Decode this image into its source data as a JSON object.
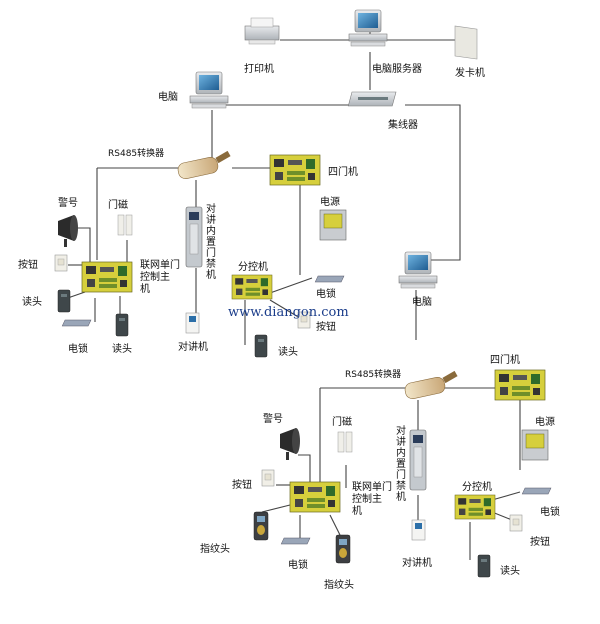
{
  "labels": {
    "printer": "打印机",
    "computer_server": "电脑服务器",
    "card_issuer": "发卡机",
    "computer_top": "电脑",
    "hub": "集线器",
    "rs485_top": "RS485转换器",
    "four_door_top": "四门机",
    "alarm_top": "警号",
    "door_magnet_top": "门磁",
    "intercom_panel_top": "对讲内置门禁机",
    "power_top": "电源",
    "button_top": "按钮",
    "networked_controller_top": "联网单门控制主机",
    "sub_controller_top": "分控机",
    "lock_mid_right": "电锁",
    "reader_left": "读头",
    "button_mid_right": "按钮",
    "lock_left": "电锁",
    "reader_left2": "读头",
    "intercom_top": "对讲机",
    "reader_mid_right": "读头",
    "computer_right": "电脑",
    "rs485_bottom": "RS485转换器",
    "four_door_bottom": "四门机",
    "alarm_bottom": "警号",
    "door_magnet_bottom": "门磁",
    "intercom_panel_bottom": "对讲内置门禁机",
    "power_bottom": "电源",
    "button_bottom": "按钮",
    "networked_controller_bottom": "联网单门控制主机",
    "sub_controller_bottom": "分控机",
    "lock_bottom_right": "电锁",
    "fingerprint_left": "指纹头",
    "button_bottom_right": "按钮",
    "lock_bottom": "电锁",
    "intercom_bottom": "对讲机",
    "reader_bottom_right": "读头",
    "fingerprint_bottom": "指纹头"
  },
  "watermark": "www.diangon.com",
  "colors": {
    "board_green": "#6f8f2a",
    "board_yellow": "#d6cf3c",
    "device_gray": "#cfd2d6",
    "screen_blue": "#2c6fa8",
    "wire": "#444444",
    "watermark": "#1a3c8a"
  }
}
